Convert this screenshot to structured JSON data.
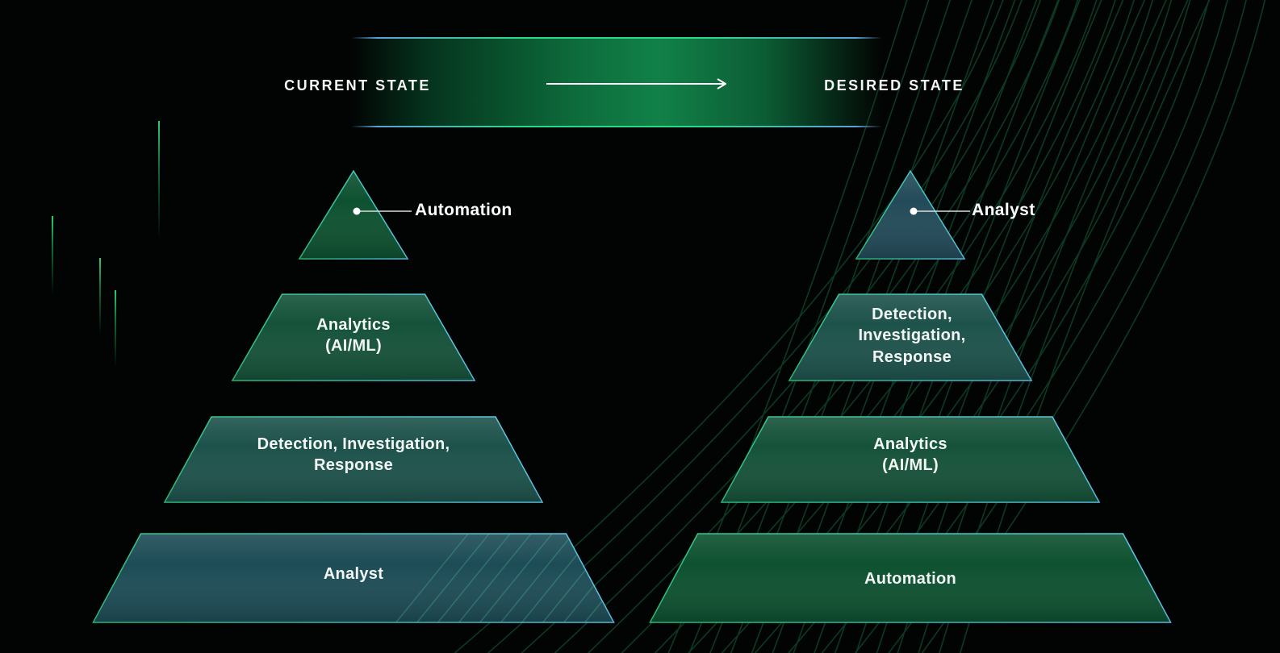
{
  "header": {
    "current_state": "CURRENT STATE",
    "desired_state": "DESIRED STATE"
  },
  "pyramids": {
    "left": {
      "state": "current",
      "callout": "Automation",
      "tier2": "Analytics\n(AI/ML)",
      "tier3": "Detection, Investigation,\nResponse",
      "tier4": "Analyst"
    },
    "right": {
      "state": "desired",
      "callout": "Analyst",
      "tier2": "Detection,\nInvestigation,\nResponse",
      "tier3": "Analytics\n(AI/ML)",
      "tier4": "Automation"
    }
  },
  "colors": {
    "automation": "#0d5130",
    "analytics": "#15523a",
    "detection": "#1d524b",
    "analyst": "#1d4c56",
    "analyst_alt": "#234a59",
    "mesh": "#0d3c26",
    "border_start": "#2fc07c",
    "border_mid": "#3fc3bb",
    "border_end": "#5fc4ea",
    "accent_blue": "#5ea0d8",
    "accent_green": "#2bd985"
  }
}
